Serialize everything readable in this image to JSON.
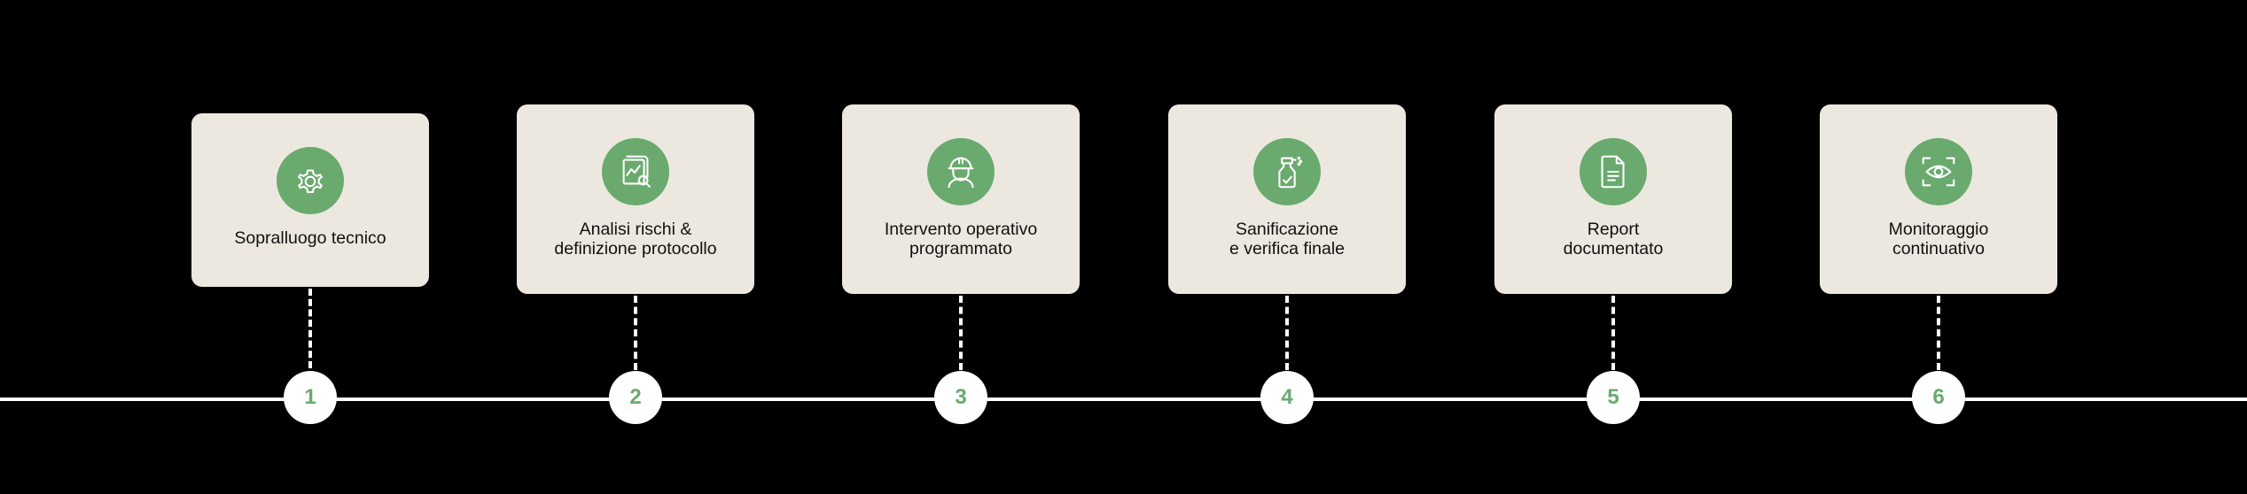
{
  "accent_color": "#6aaa6e",
  "card_color": "#ece8df",
  "background_color": "#000000",
  "steps": [
    {
      "number": "1",
      "icon": "gear-icon",
      "line1": "Sopralluogo tecnico",
      "line2": ""
    },
    {
      "number": "2",
      "icon": "risk-analysis-document-icon",
      "line1": "Analisi rischi &",
      "line2": "definizione protocollo"
    },
    {
      "number": "3",
      "icon": "worker-hardhat-icon",
      "line1": "Intervento operativo",
      "line2": "programmato"
    },
    {
      "number": "4",
      "icon": "spray-bottle-icon",
      "line1": "Sanificazione",
      "line2": "e verifica finale"
    },
    {
      "number": "5",
      "icon": "document-icon",
      "line1": "Report",
      "line2": "documentato"
    },
    {
      "number": "6",
      "icon": "eye-scan-icon",
      "line1": "Monitoraggio",
      "line2": "continuativo"
    }
  ]
}
